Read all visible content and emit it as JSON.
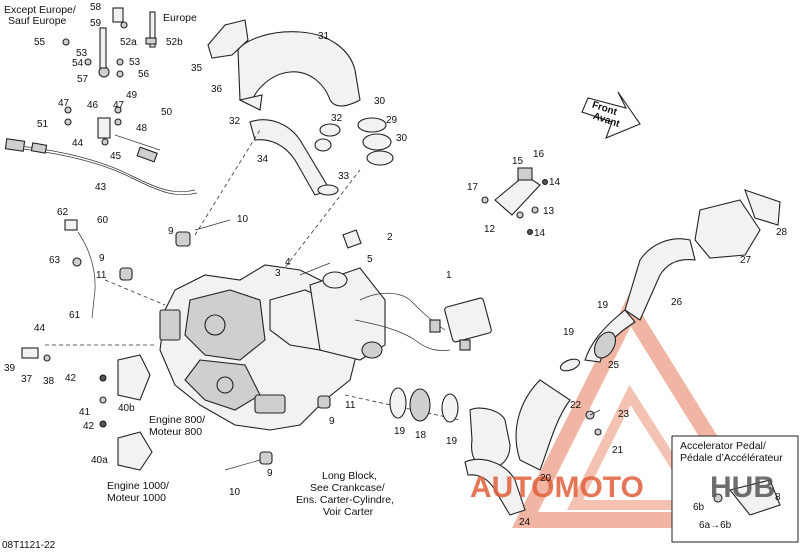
{
  "diagram_code": "08T1121-22",
  "front_arrow": {
    "line1": "Front",
    "line2": "Avant"
  },
  "region_labels": {
    "except_europe_l1": "Except Europe/",
    "except_europe_l2": "Sauf Europe",
    "europe": "Europe",
    "engine800_l1": "Engine 800/",
    "engine800_l2": "Moteur 800",
    "engine1000_l1": "Engine 1000/",
    "engine1000_l2": "Moteur 1000",
    "longblock_l1": "Long Block,",
    "longblock_l2": "See Crankcase/",
    "longblock_l3": "Ens. Carter-Cylindre,",
    "longblock_l4": "Voir Carter",
    "accel_l1": "Accelerator Pedal/",
    "accel_l2": "Pédale d’Accélérateur"
  },
  "watermark": {
    "part1": "AUTOMOTO",
    "part2": "HUB",
    "color_main": "#e0603a",
    "color_alt": "#555555"
  },
  "callouts": {
    "c1": "1",
    "c2": "2",
    "c3": "3",
    "c4": "4",
    "c5": "5",
    "c6a6b": "6a→6b",
    "c6b": "6b",
    "c8": "8",
    "c9a": "9",
    "c9b": "9",
    "c9c": "9",
    "c9d": "9",
    "c10a": "10",
    "c10b": "10",
    "c11a": "11",
    "c11b": "11",
    "c12": "12",
    "c13": "13",
    "c14a": "14",
    "c14b": "14",
    "c15": "15",
    "c16": "16",
    "c17": "17",
    "c18": "18",
    "c19a": "19",
    "c19b": "19",
    "c19c": "19",
    "c19d": "19",
    "c20": "20",
    "c21": "21",
    "c22": "22",
    "c23": "23",
    "c24": "24",
    "c25": "25",
    "c26": "26",
    "c27": "27",
    "c28": "28",
    "c29": "29",
    "c30a": "30",
    "c30b": "30",
    "c31": "31",
    "c32a": "32",
    "c32b": "32",
    "c33": "33",
    "c34": "34",
    "c35": "35",
    "c36": "36",
    "c37": "37",
    "c38": "38",
    "c39": "39",
    "c40a": "40a",
    "c40b": "40b",
    "c41": "41",
    "c42a": "42",
    "c42b": "42",
    "c43": "43",
    "c44a": "44",
    "c44b": "44",
    "c45": "45",
    "c46": "46",
    "c47a": "47",
    "c47b": "47",
    "c48": "48",
    "c49": "49",
    "c50": "50",
    "c51": "51",
    "c52a": "52a",
    "c52b": "52b",
    "c53a": "53",
    "c53b": "53",
    "c54": "54",
    "c55": "55",
    "c56": "56",
    "c57": "57",
    "c58": "58",
    "c59": "59",
    "c60": "60",
    "c61": "61",
    "c62": "62",
    "c63": "63"
  }
}
